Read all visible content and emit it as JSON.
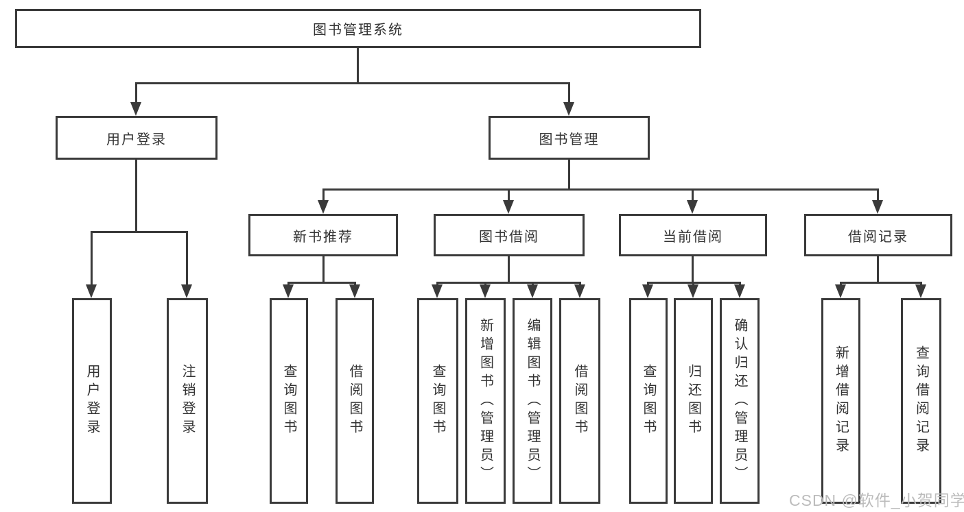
{
  "nodes": {
    "root": "图书管理系统",
    "user_login": "用户登录",
    "book_management": "图书管理",
    "new_book_recommend": "新书推荐",
    "book_borrow": "图书借阅",
    "current_borrow": "当前借阅",
    "borrow_records": "借阅记录",
    "leaf_user_login": "用户登录",
    "leaf_logout": "注销登录",
    "leaf_nbr_query_books": "查询图书",
    "leaf_nbr_borrow_books": "借阅图书",
    "leaf_bb_query_books": "查询图书",
    "leaf_bb_add_books": "新增图书（管理员）",
    "leaf_bb_edit_books": "编辑图书（管理员）",
    "leaf_bb_borrow_books": "借阅图书",
    "leaf_cb_query_books": "查询图书",
    "leaf_cb_return_books": "归还图书",
    "leaf_cb_confirm_return": "确认归还（管理员）",
    "leaf_br_add_record": "新增借阅记录",
    "leaf_br_query_record": "查询借阅记录"
  },
  "watermark": "CSDN @软件_小贺同学",
  "colors": {
    "line": "#3a3a3a",
    "text": "#333333",
    "watermark": "#bcbcbc",
    "background": "#ffffff"
  }
}
